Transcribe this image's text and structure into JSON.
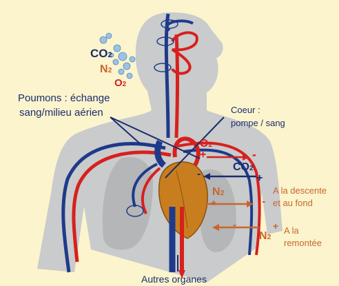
{
  "labels": {
    "co2_top": "CO",
    "co2_top_sub": "2",
    "n2_top": "N",
    "n2_top_sub": "2",
    "o2_top": "O",
    "o2_top_sub": "2",
    "poumons_line1": "Poumons : échange",
    "poumons_line2": "sang/milieu aérien",
    "coeur_line1": "Coeur :",
    "coeur_line2": "pompe / sang",
    "o2": "O",
    "o2_sub": "2",
    "o2_plus": "+",
    "o2_minus": "-",
    "co2": "CO",
    "co2_sub": "2",
    "co2_plus": "+",
    "co2_minus": "-",
    "n2_descent": "N",
    "n2_descent_sub": "2",
    "n2_descent_plus": "+",
    "n2_descent_minus": "-",
    "descente_line1": "A la descente",
    "descente_line2": "et au fond",
    "n2_ascent": "N",
    "n2_ascent_sub": "2",
    "n2_ascent_plus": "+",
    "n2_ascent_minus": "-",
    "remontee_line1": "A la",
    "remontee_line2": "remontée",
    "autres_organes": "Autres organes"
  },
  "colors": {
    "background": "#fbf4cd",
    "body": "#c9cbcc",
    "lung": "#b4b6b8",
    "artery": "#d8201e",
    "vein": "#1f3a8a",
    "heart": "#c87e1e",
    "bubble": "#9cc2e6",
    "label_navy": "#1a2c6e",
    "label_orange": "#c8662b"
  }
}
